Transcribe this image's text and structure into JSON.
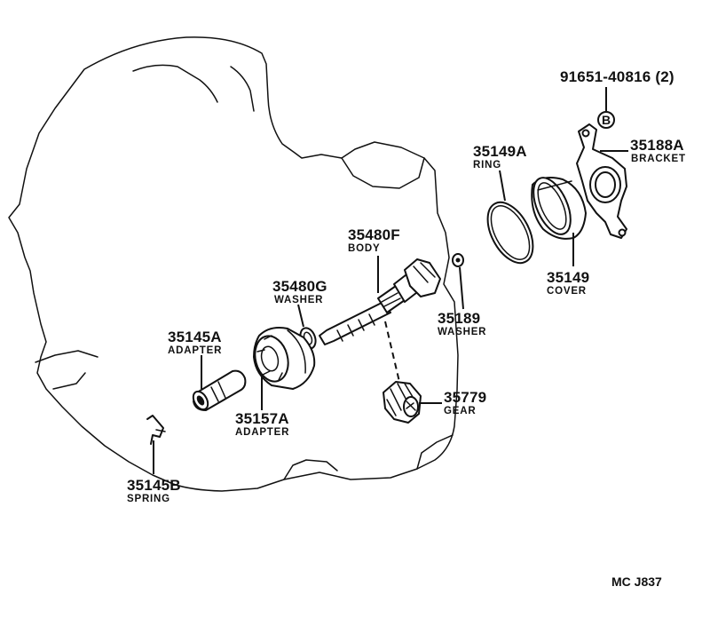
{
  "parts": {
    "bolt_note": {
      "number": "91651-40816 (2)",
      "marker": "B"
    },
    "bracket": {
      "number": "35188A",
      "name": "BRACKET"
    },
    "ring": {
      "number": "35149A",
      "name": "RING"
    },
    "cover": {
      "number": "35149",
      "name": "COVER"
    },
    "body": {
      "number": "35480F",
      "name": "BODY"
    },
    "washer_g": {
      "number": "35480G",
      "name": "WASHER"
    },
    "washer": {
      "number": "35189",
      "name": "WASHER"
    },
    "adapter_a": {
      "number": "35145A",
      "name": "ADAPTER"
    },
    "adapter_157": {
      "number": "35157A",
      "name": "ADAPTER"
    },
    "gear": {
      "number": "35779",
      "name": "GEAR"
    },
    "spring": {
      "number": "35145B",
      "name": "SPRING"
    }
  },
  "drawing_ref": "MC  J837"
}
